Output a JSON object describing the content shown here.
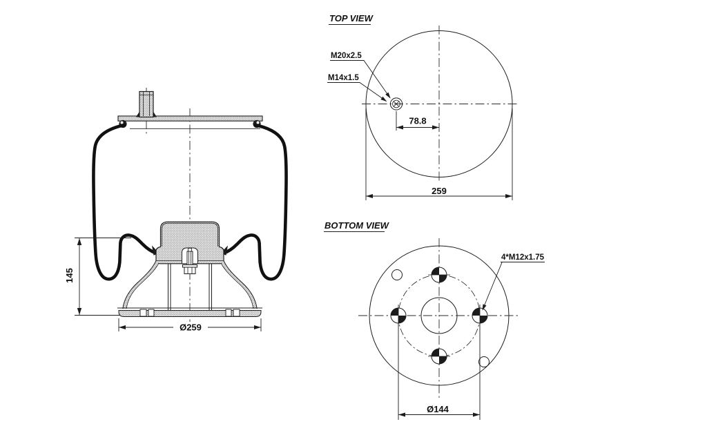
{
  "side_view": {
    "dim_height": "145",
    "dim_base_diameter": "Ø259"
  },
  "top_view": {
    "title": "TOP VIEW",
    "thread_label_outer": "M20x2.5",
    "thread_label_inner": "M14x1.5",
    "dim_port_offset": "78.8",
    "dim_outer_diameter": "259"
  },
  "bottom_view": {
    "title": "BOTTOM VIEW",
    "bolt_pattern_label": "4*M12x1.75",
    "dim_bolt_circle_diameter": "Ø144"
  },
  "colors": {
    "line": "#1c1c1c",
    "background": "#ffffff"
  }
}
